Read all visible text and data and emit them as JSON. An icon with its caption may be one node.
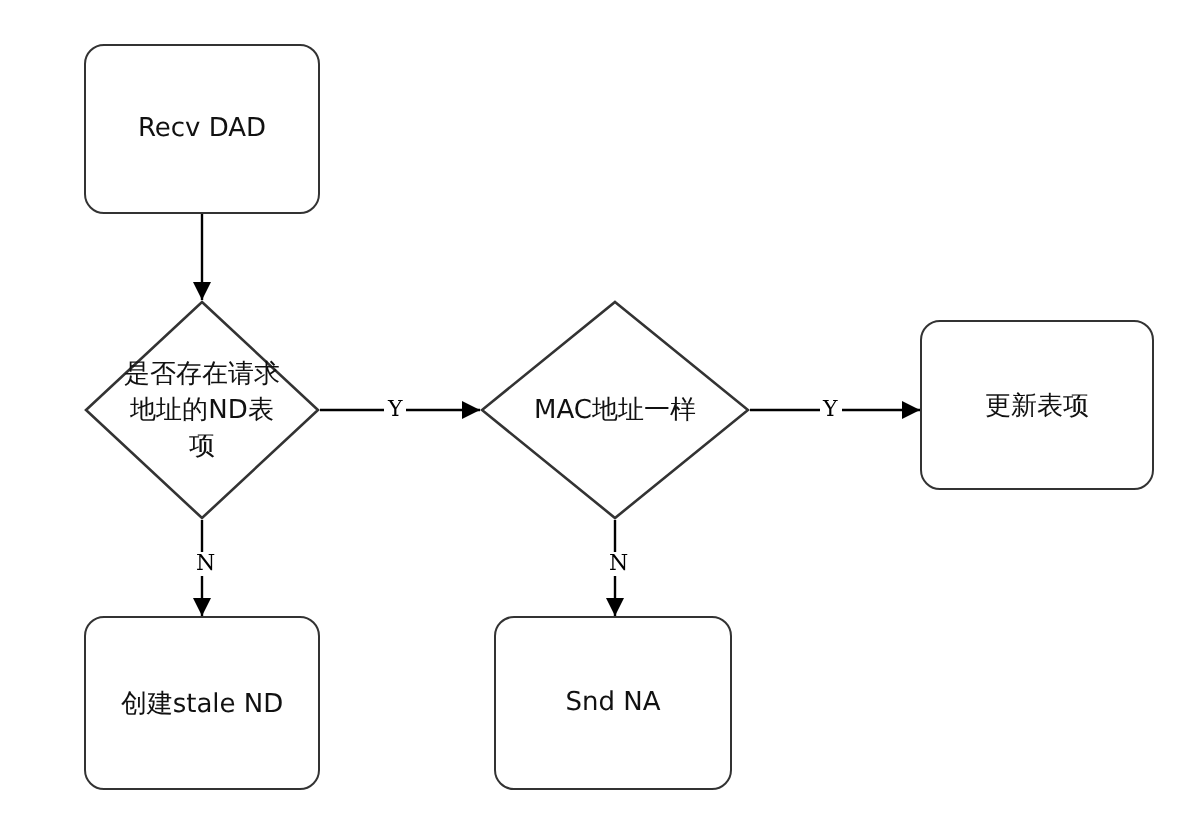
{
  "diagram": {
    "nodes": [
      {
        "text": [
          "Recv DAD"
        ]
      },
      {
        "text": [
          "是否存在请求地址的ND表项"
        ]
      },
      {
        "text": [
          "MAC地址一样"
        ]
      },
      {
        "text": [
          "更新表项"
        ]
      },
      {
        "text": [
          "创建stale ND"
        ]
      },
      {
        "text": [
          "Snd NA"
        ]
      }
    ],
    "edges": [
      {
        "from": 0,
        "to": 1,
        "arrow": "to"
      },
      {
        "from": 1,
        "to": 2,
        "arrow": "to",
        "label": "Y"
      },
      {
        "from": 2,
        "to": 3,
        "arrow": "to",
        "label": "Y"
      },
      {
        "from": 1,
        "to": 4,
        "arrow": "to",
        "label": "N"
      },
      {
        "from": 2,
        "to": 5,
        "arrow": "to",
        "label": "N"
      }
    ]
  }
}
